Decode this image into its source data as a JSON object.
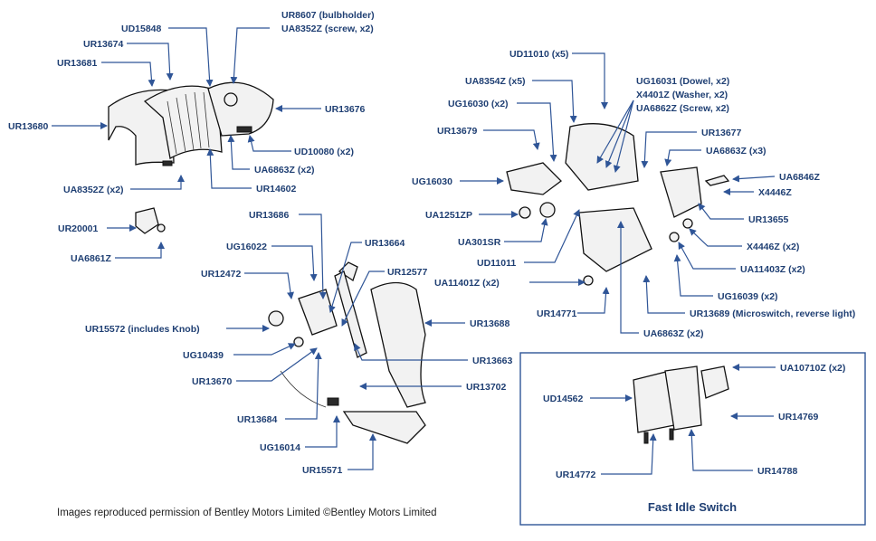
{
  "labels": {
    "ud15848": "UD15848",
    "ur8607": "UR8607 (bulbholder)",
    "ua8352z_screw": "UA8352Z (screw, x2)",
    "ur13674": "UR13674",
    "ur13681": "UR13681",
    "ur13676": "UR13676",
    "ur13680": "UR13680",
    "ud10080": "UD10080 (x2)",
    "ua6863z_x2": "UA6863Z (x2)",
    "ua8352z_x2": "UA8352Z (x2)",
    "ur14602": "UR14602",
    "ur20001": "UR20001",
    "ua6861z": "UA6861Z",
    "ud11010": "UD11010 (x5)",
    "ua8354z": "UA8354Z (x5)",
    "ug16031": "UG16031 (Dowel, x2)",
    "x4401z": "X4401Z (Washer, x2)",
    "ua6862z": "UA6862Z (Screw, x2)",
    "ug16030_x2": "UG16030 (x2)",
    "ur13679": "UR13679",
    "ur13677": "UR13677",
    "ua6863z_x3": "UA6863Z (x3)",
    "ug16030": "UG16030",
    "ua6846z": "UA6846Z",
    "x4446z": "X4446Z",
    "ua1251zp": "UA1251ZP",
    "ur13655": "UR13655",
    "ua301sr": "UA301SR",
    "x4446z_x2": "X4446Z (x2)",
    "ud11011": "UD11011",
    "ua11403z": "UA11403Z (x2)",
    "ua11401z": "UA11401Z (x2)",
    "ug16039": "UG16039 (x2)",
    "ur14771": "UR14771",
    "ur13689": "UR13689 (Microswitch, reverse light)",
    "ua6863z_b": "UA6863Z (x2)",
    "ur13686": "UR13686",
    "ug16022": "UG16022",
    "ur13664": "UR13664",
    "ur12472": "UR12472",
    "ur12577": "UR12577",
    "ur15572": "UR15572 (includes Knob)",
    "ur13688": "UR13688",
    "ug10439": "UG10439",
    "ur13663": "UR13663",
    "ur13670": "UR13670",
    "ur13702": "UR13702",
    "ur13684": "UR13684",
    "ug16014": "UG16014",
    "ur15571": "UR15571",
    "ua10710z": "UA10710Z (x2)",
    "ud14562": "UD14562",
    "ur14769": "UR14769",
    "ur14772": "UR14772",
    "ur14788": "UR14788"
  },
  "inset_title": "Fast Idle Switch",
  "credit": "Images reproduced permission of Bentley Motors Limited ©Bentley Motors Limited"
}
